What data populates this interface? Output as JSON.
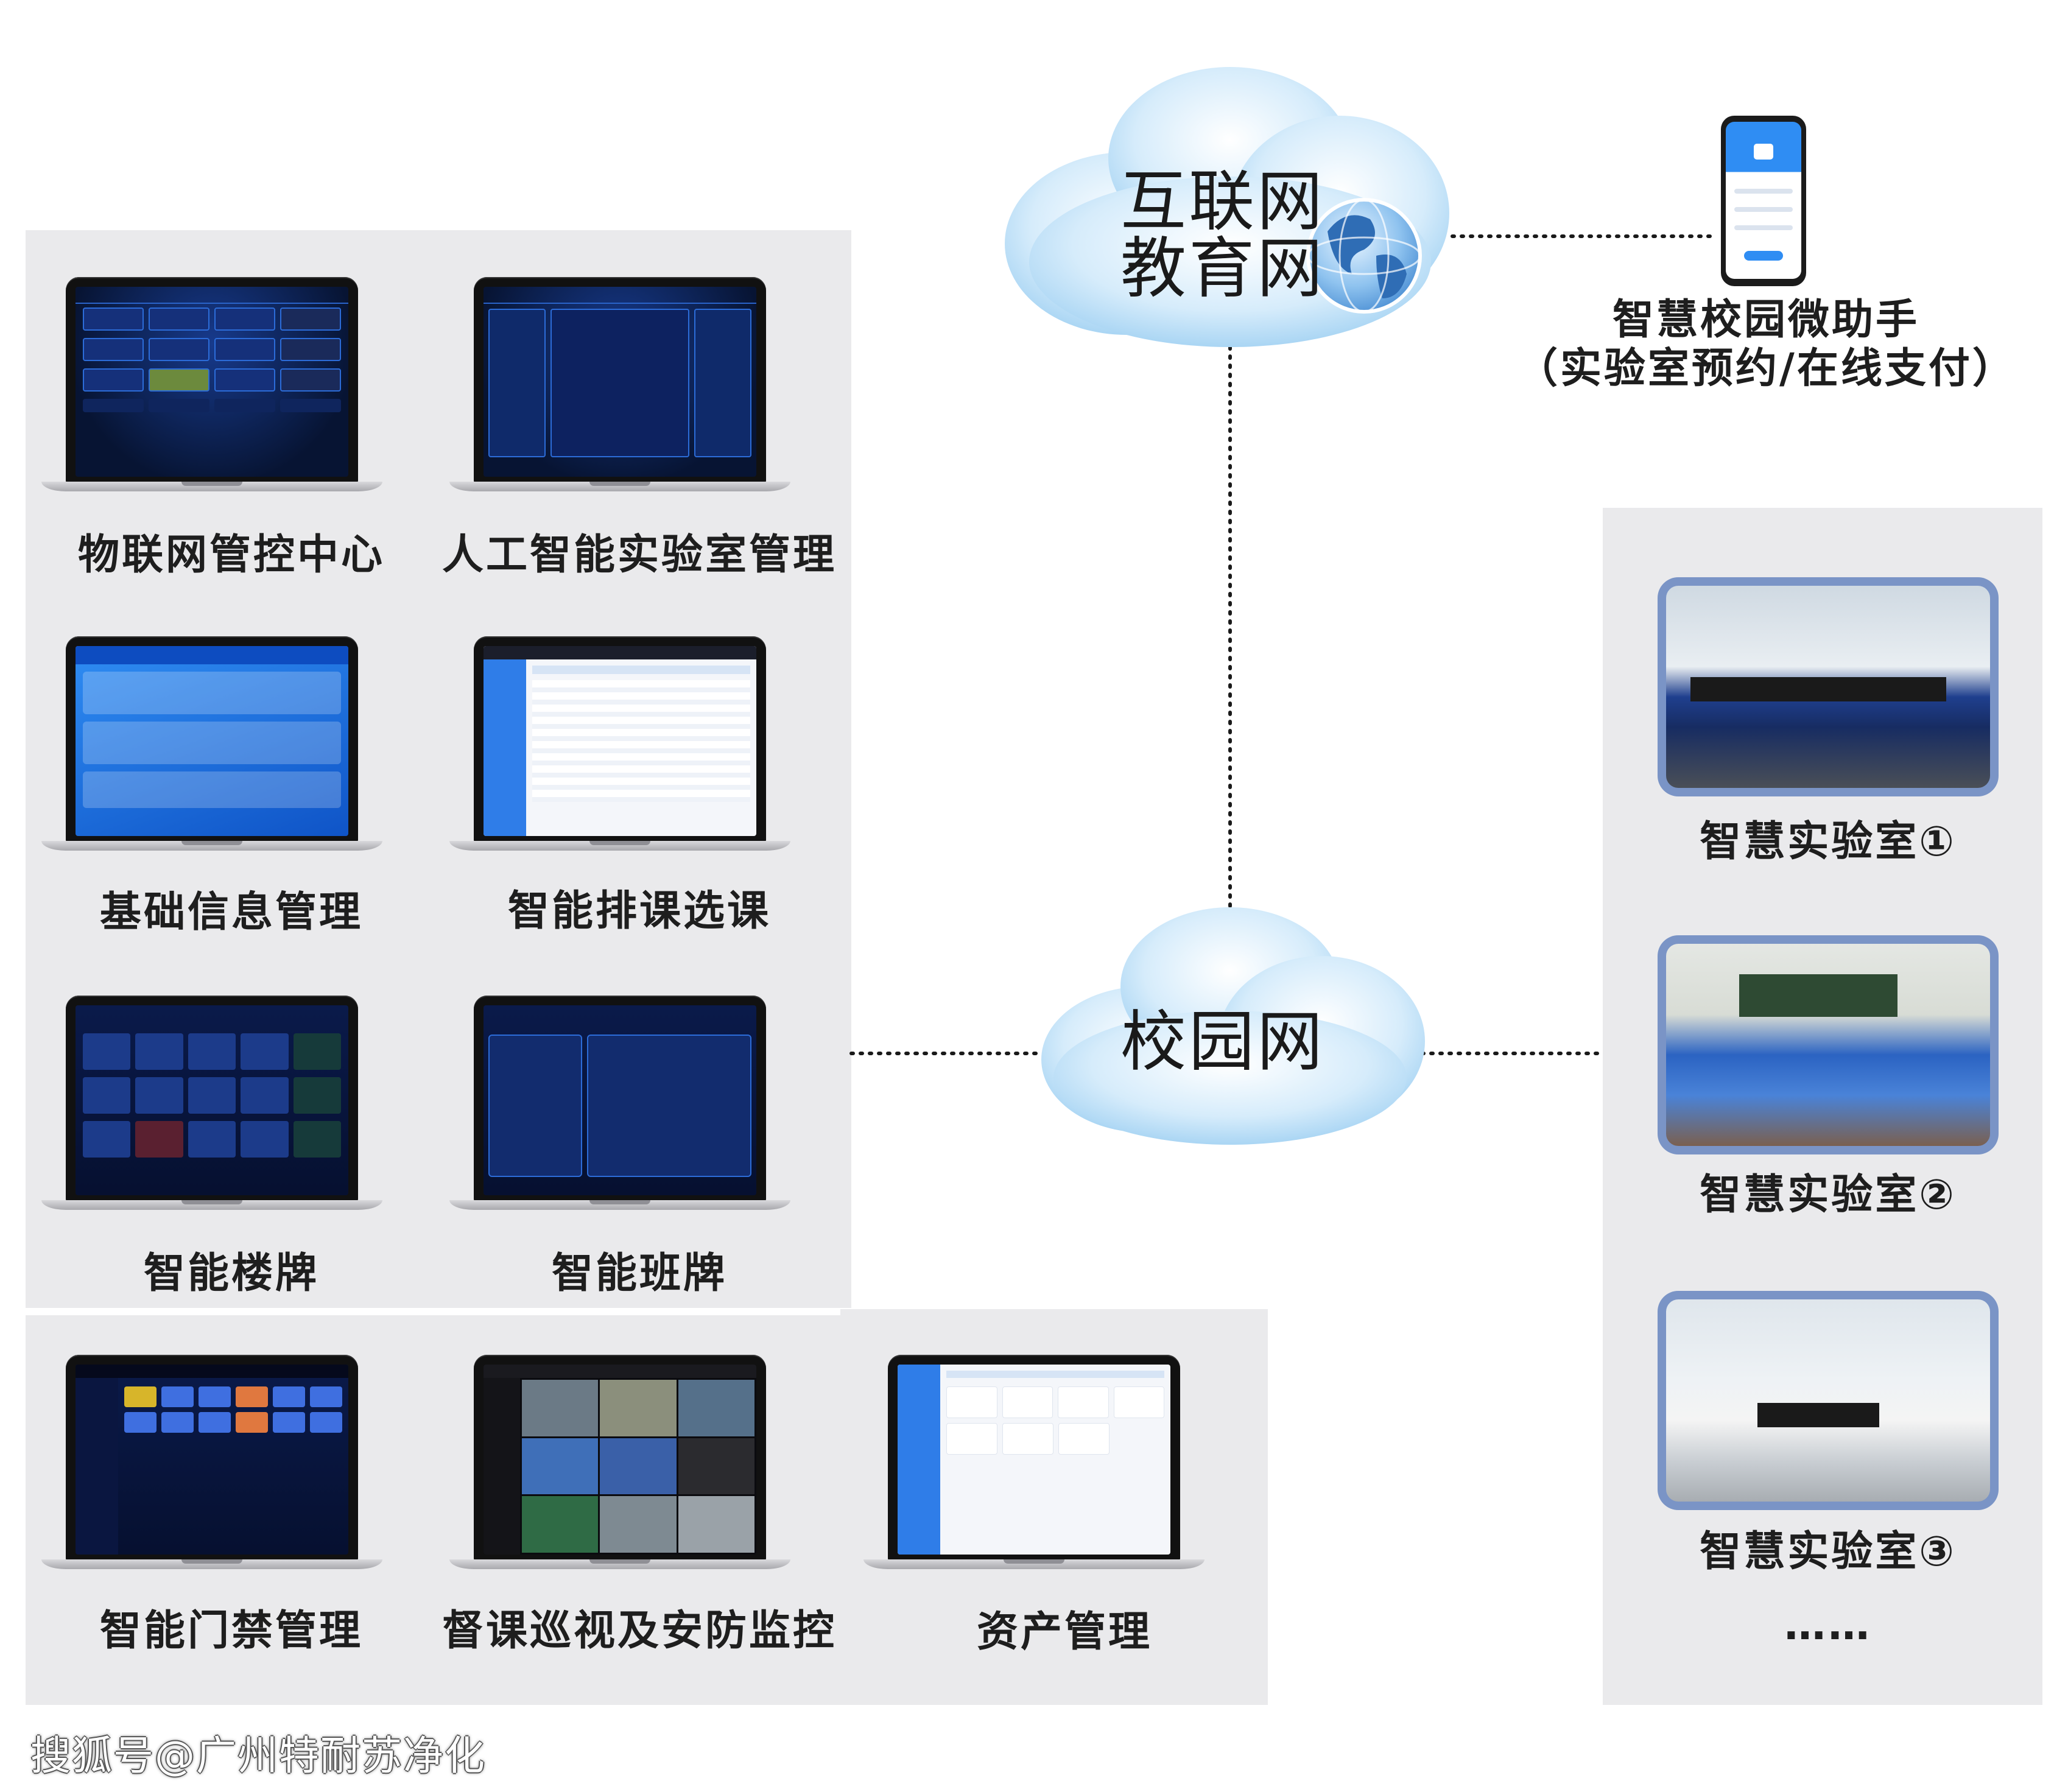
{
  "clouds": {
    "internet_line1": "互联网",
    "internet_line2": "教育网",
    "campus": "校园网"
  },
  "mobile": {
    "line1": "智慧校园微助手",
    "line2": "（实验室预约/在线支付）"
  },
  "systems": [
    {
      "label": "物联网管控中心",
      "theme": "dark-blue"
    },
    {
      "label": "人工智能实验室管理",
      "theme": "dark-blue"
    },
    {
      "label": "基础信息管理",
      "theme": "bright-blue"
    },
    {
      "label": "智能排课选课",
      "theme": "white-ui"
    },
    {
      "label": "智能楼牌",
      "theme": "navy"
    },
    {
      "label": "智能班牌",
      "theme": "navy"
    },
    {
      "label": "智能门禁管理",
      "theme": "navy"
    },
    {
      "label": "督课巡视及安防监控",
      "theme": "black-ui"
    },
    {
      "label": "资产管理",
      "theme": "white-ui"
    }
  ],
  "labs": [
    {
      "label": "智慧实验室①"
    },
    {
      "label": "智慧实验室②"
    },
    {
      "label": "智慧实验室③"
    }
  ],
  "more": "……",
  "watermark": "搜狐号@广州特耐苏净化",
  "colors": {
    "panel": "#eaeaec",
    "cloud": "#bfe0f7",
    "lab_frame": "#7a94c6",
    "dotted_line": "#1a1a1a"
  }
}
